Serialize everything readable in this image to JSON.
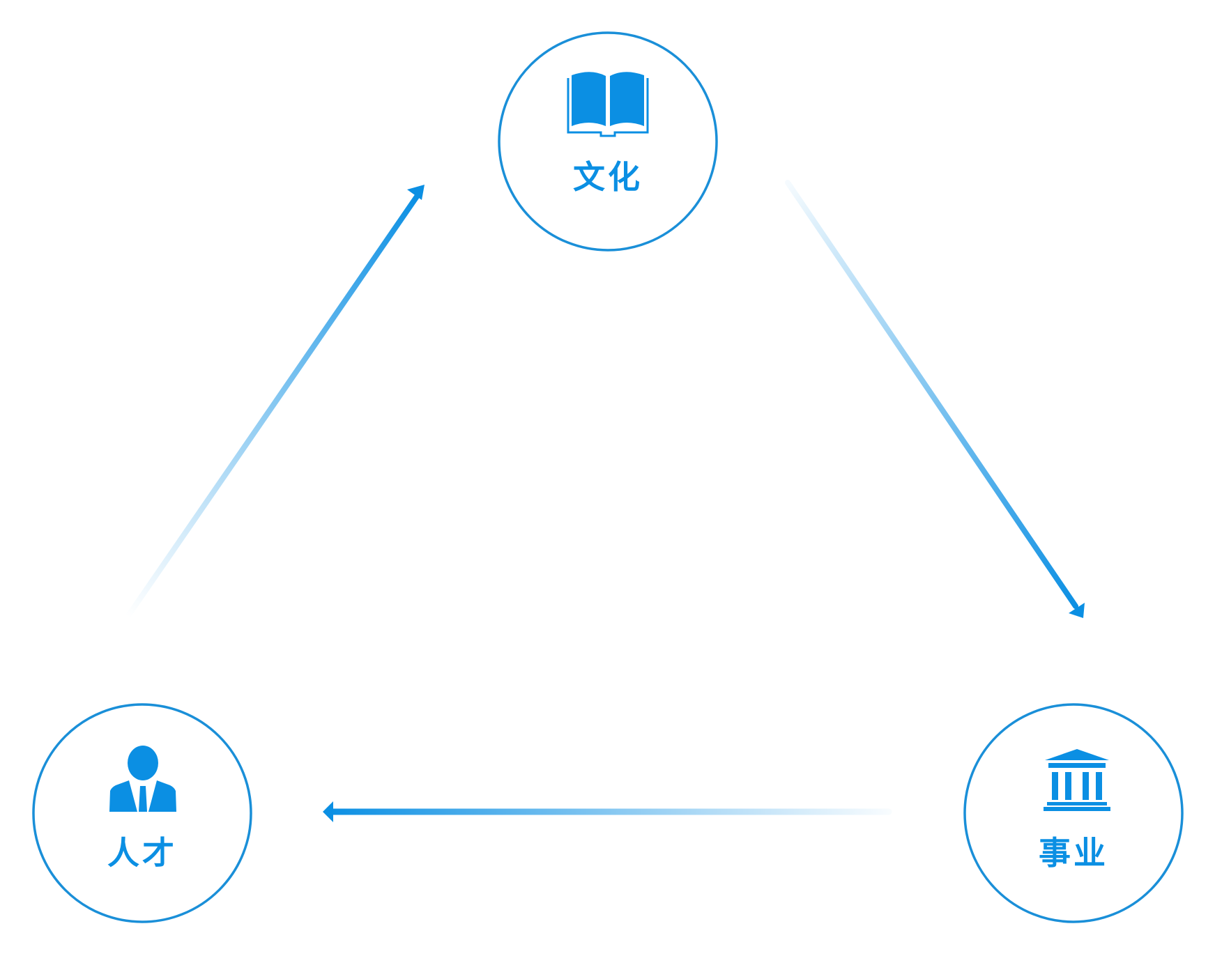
{
  "colors": {
    "accent": "#0b8fe3",
    "circle_stroke": "#1a8fd8",
    "background": "#ffffff"
  },
  "nodes": {
    "culture": {
      "label": "文化",
      "icon": "open-book-icon"
    },
    "career": {
      "label": "事业",
      "icon": "institution-building-icon"
    },
    "talent": {
      "label": "人才",
      "icon": "businessman-icon"
    }
  },
  "flow": [
    "人才",
    "文化",
    "事业",
    "人才"
  ]
}
